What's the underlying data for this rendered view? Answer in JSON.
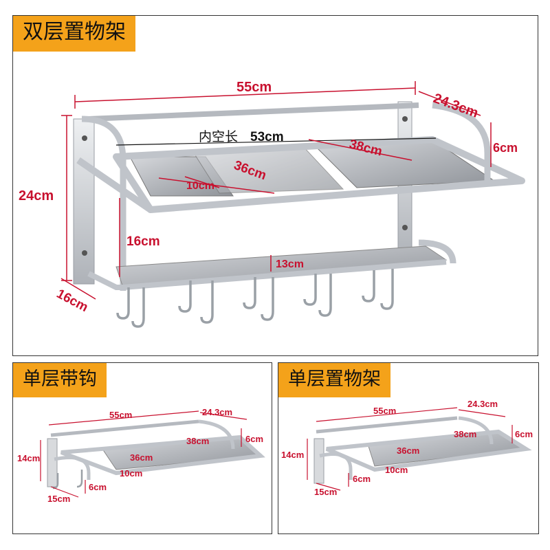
{
  "colors": {
    "label_bg": "#f4a21a",
    "dimension_red": "#c8102e",
    "frame": "#333333",
    "metal": "#c9ccd1"
  },
  "panels": {
    "double": {
      "title": "双层置物架",
      "width": "55cm",
      "depth": "24.3cm",
      "rail_height": "6cm",
      "height": "24cm",
      "inner_length_label": "内空长",
      "inner_length_value": "53cm",
      "shelf_depth": "38cm",
      "panel_length": "36cm",
      "panel_width": "10cm",
      "gap": "16cm",
      "lower_rail": "13cm",
      "base": "16cm"
    },
    "hook": {
      "title": "单层带钩",
      "width": "55cm",
      "depth": "24.3cm",
      "rail_height": "6cm",
      "height": "14cm",
      "shelf_depth": "38cm",
      "panel_length": "36cm",
      "panel_width": "10cm",
      "hook_drop": "6cm",
      "base": "15cm"
    },
    "single": {
      "title": "单层置物架",
      "width": "55cm",
      "depth": "24.3cm",
      "rail_height": "6cm",
      "height": "14cm",
      "shelf_depth": "38cm",
      "panel_length": "36cm",
      "panel_width": "10cm",
      "hook_drop": "6cm",
      "base": "15cm"
    }
  }
}
